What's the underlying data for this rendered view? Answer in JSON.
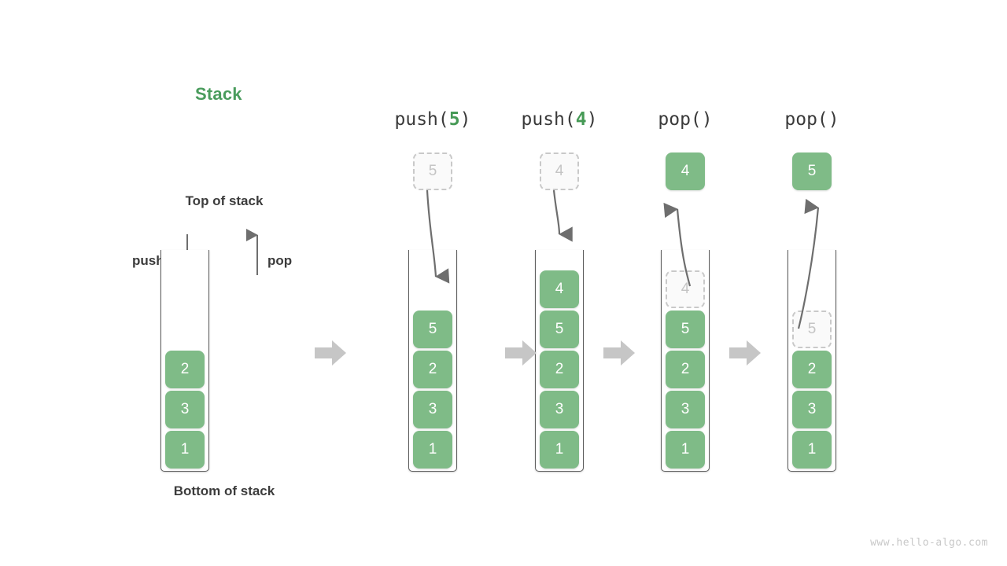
{
  "diagram": {
    "title": "Stack",
    "top_label": "Top of stack",
    "bottom_label": "Bottom of stack",
    "push_label": "push",
    "pop_label": "pop",
    "watermark": "www.hello-algo.com",
    "accent_color": "#4a9c5d",
    "cell_color": "#7fbb87",
    "ghost_border_color": "#c9c9c9",
    "separator_color": "#c6c6c6",
    "arrow_color": "#6e6e6e"
  },
  "steps": [
    {
      "id": "initial",
      "title_prefix": "",
      "title_arg": "",
      "title_suffix": "",
      "has_title": false,
      "cells": [
        "1",
        "3",
        "2"
      ],
      "ghost_index": -1,
      "float": null,
      "float_style": "",
      "arrow": "none"
    },
    {
      "id": "push-5",
      "title_prefix": "push(",
      "title_arg": "5",
      "title_suffix": ")",
      "has_title": true,
      "cells": [
        "1",
        "3",
        "2",
        "5"
      ],
      "ghost_index": -1,
      "float": "5",
      "float_style": "ghost",
      "arrow": "down"
    },
    {
      "id": "push-4",
      "title_prefix": "push(",
      "title_arg": "4",
      "title_suffix": ")",
      "has_title": true,
      "cells": [
        "1",
        "3",
        "2",
        "5",
        "4"
      ],
      "ghost_index": -1,
      "float": "4",
      "float_style": "ghost",
      "arrow": "down"
    },
    {
      "id": "pop-4",
      "title_prefix": "pop(",
      "title_arg": "",
      "title_suffix": ")",
      "has_title": true,
      "cells": [
        "1",
        "3",
        "2",
        "5",
        "4"
      ],
      "ghost_index": 4,
      "float": "4",
      "float_style": "solid",
      "arrow": "up-short"
    },
    {
      "id": "pop-5",
      "title_prefix": "pop(",
      "title_arg": "",
      "title_suffix": ")",
      "has_title": true,
      "cells": [
        "1",
        "3",
        "2",
        "5"
      ],
      "ghost_index": 3,
      "float": "5",
      "float_style": "solid",
      "arrow": "up-long"
    }
  ],
  "separators": [
    {
      "id": "sep-1"
    },
    {
      "id": "sep-2"
    },
    {
      "id": "sep-3"
    },
    {
      "id": "sep-4"
    }
  ]
}
